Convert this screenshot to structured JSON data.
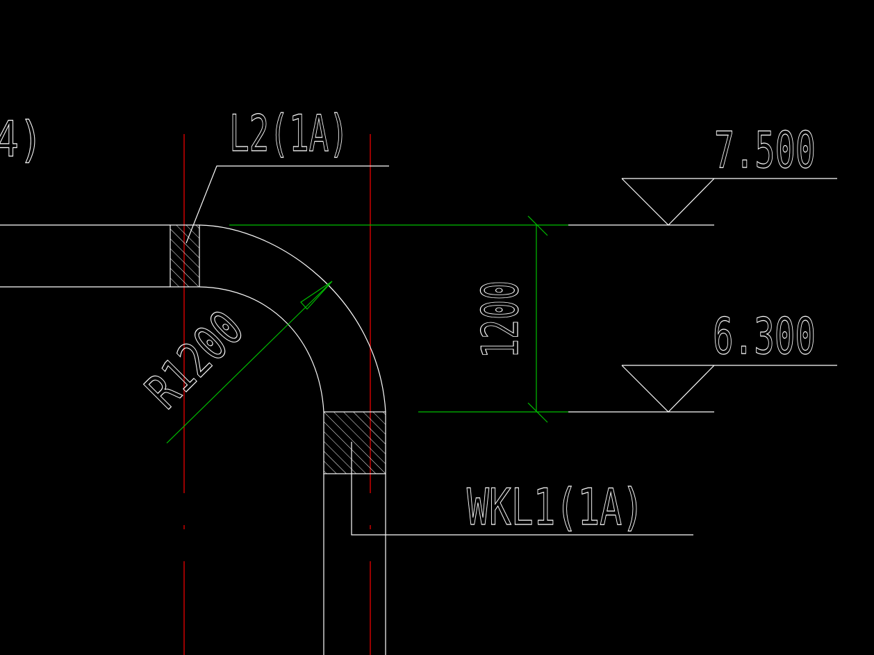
{
  "colors": {
    "background": "#000000",
    "object": "#ffffff",
    "dimension": "#00c000",
    "centerline": "#ff0000"
  },
  "labels": {
    "partial_top_left": "4)",
    "beam_top": "L2(1A)",
    "beam_bottom": "WKL1(1A)",
    "radius": "R1200",
    "height_dim": "1200",
    "elev_top": "7.500",
    "elev_bottom": "6.300"
  }
}
